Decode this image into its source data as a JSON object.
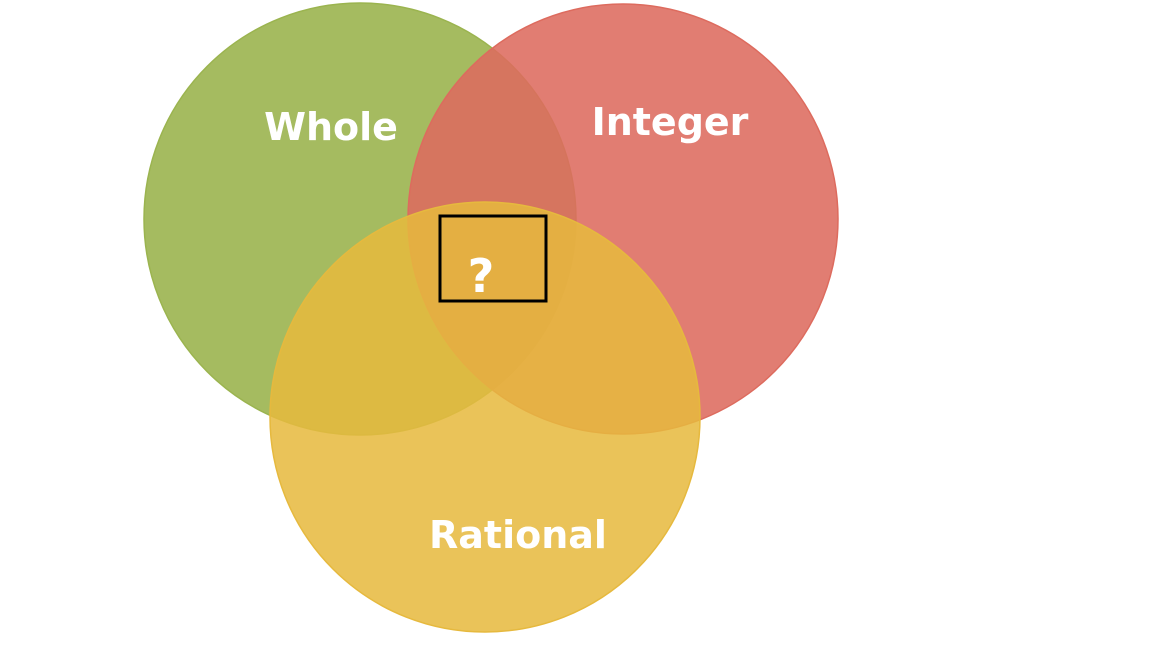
{
  "diagram": {
    "sets": [
      {
        "id": "whole",
        "label": "Whole",
        "color": "#9bb44f",
        "opacity": 0.9
      },
      {
        "id": "integer",
        "label": "Integer",
        "color": "#dd6b5e",
        "opacity": 0.88
      },
      {
        "id": "rational",
        "label": "Rational",
        "color": "#e6b93e",
        "opacity": 0.86
      }
    ],
    "center_marker": "?"
  }
}
